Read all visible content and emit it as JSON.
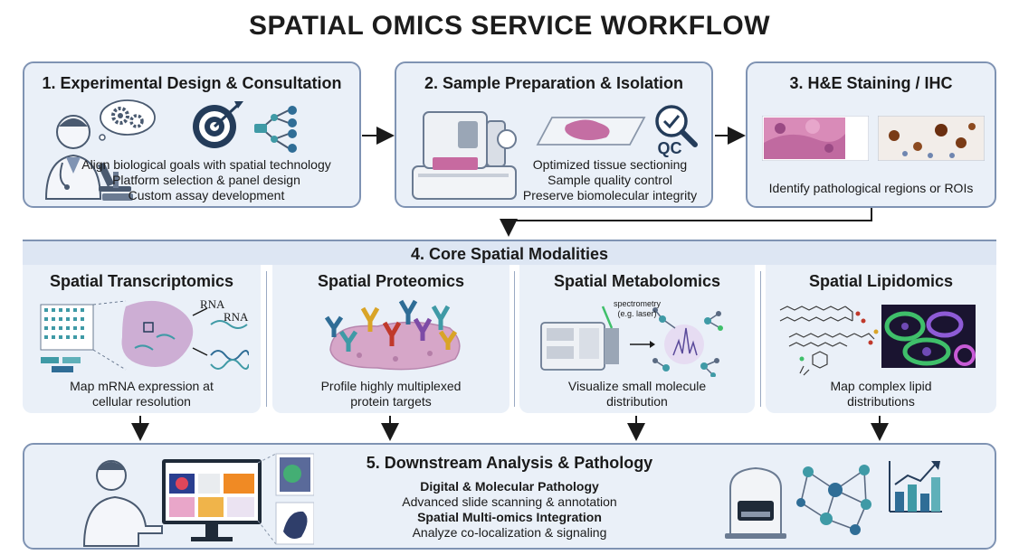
{
  "title": "SPATIAL OMICS SERVICE WORKFLOW",
  "step1": {
    "title": "1. Experimental Design & Consultation",
    "lines": [
      "Align biological goals with spatial technology",
      "Platform selection & panel design",
      "Custom assay development"
    ]
  },
  "step2": {
    "title": "2. Sample Preparation & Isolation",
    "qc": "QC",
    "lines": [
      "Optimized tissue sectioning",
      "Sample quality control",
      "Preserve biomolecular integrity"
    ]
  },
  "step3": {
    "title": "3. H&E Staining / IHC",
    "lines": [
      "Identify pathological regions or ROIs"
    ]
  },
  "step4": {
    "title": "4. Core Spatial Modalities",
    "modalities": [
      {
        "title": "Spatial Transcriptomics",
        "lines": [
          "Map mRNA expression at",
          "cellular resolution"
        ],
        "labels": [
          "RNA",
          "RNA"
        ]
      },
      {
        "title": "Spatial Proteomics",
        "lines": [
          "Profile highly multiplexed",
          "protein targets"
        ]
      },
      {
        "title": "Spatial Metabolomics",
        "lines": [
          "Visualize small molecule",
          "distribution"
        ],
        "labels": [
          "spectrometry",
          "(e.g. laser)"
        ]
      },
      {
        "title": "Spatial Lipidomics",
        "lines": [
          "Map complex lipid",
          "distributions"
        ]
      }
    ]
  },
  "step5": {
    "title": "5. Downstream Analysis & Pathology",
    "lines": [
      {
        "text": "Digital & Molecular Pathology",
        "bold": true
      },
      {
        "text": "Advanced slide scanning & annotation",
        "bold": false
      },
      {
        "text": "Spatial Multi-omics Integration",
        "bold": true
      },
      {
        "text": "Analyze co-localization & signaling",
        "bold": false
      }
    ]
  },
  "colors": {
    "box_fill": "#eaf0f8",
    "box_border": "#7f93b3",
    "band_fill": "#dde6f3",
    "arrow": "#1a1a1a",
    "he_pink": "#d98bb8",
    "ihc_brown": "#7a3b16",
    "accent_teal": "#3f9aa6",
    "accent_navy": "#243c5a"
  }
}
